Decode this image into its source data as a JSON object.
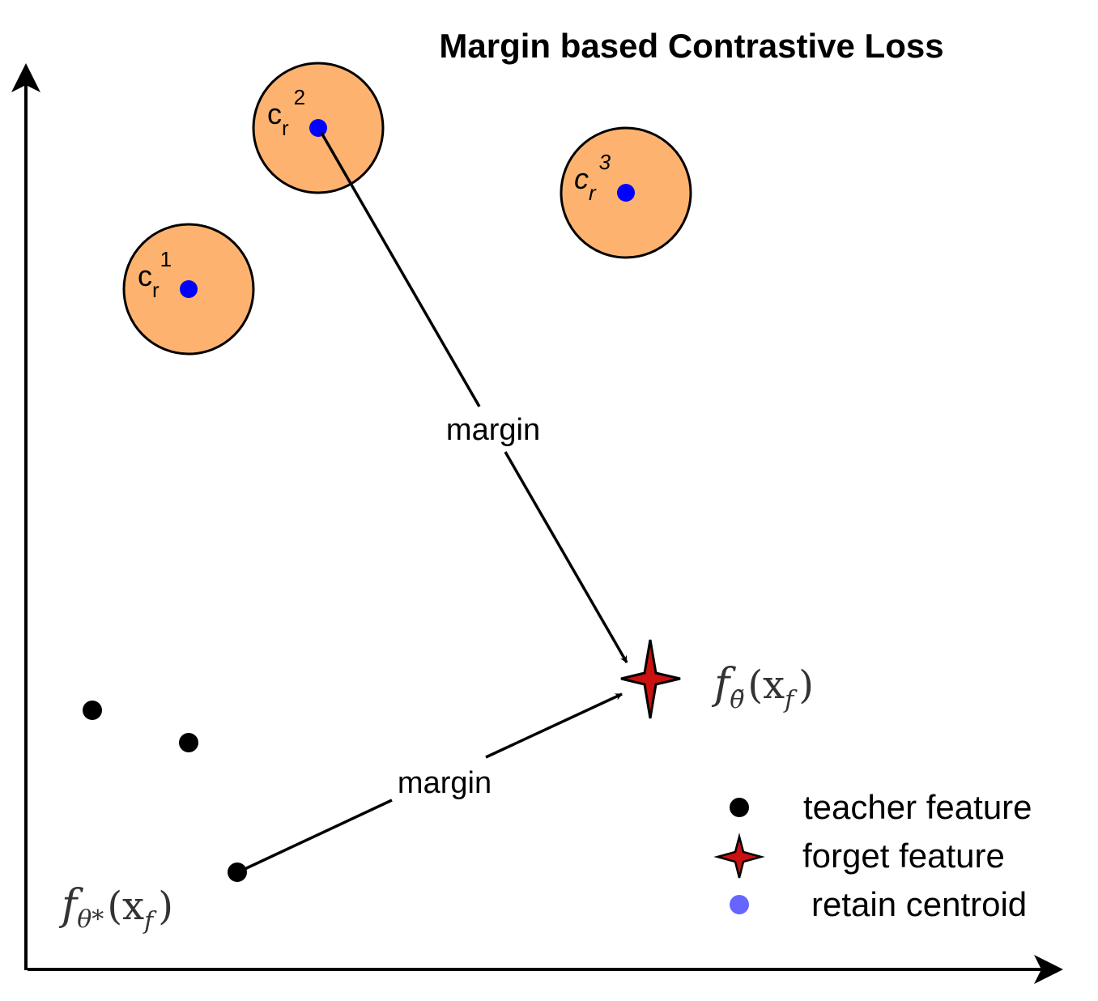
{
  "title": "Margin based Contrastive Loss",
  "colors": {
    "cluster_fill": "#FDB36F",
    "centroid": "#0000FF",
    "legend_centroid": "#6666FF",
    "forget_fill": "#CC1111",
    "ink": "#000000"
  },
  "clusters": [
    {
      "base": "c",
      "sub": "r",
      "sup": "1"
    },
    {
      "base": "c",
      "sub": "r",
      "sup": "2"
    },
    {
      "base": "c",
      "sub": "r",
      "sup": "3"
    }
  ],
  "arrows": {
    "centroid_margin_label": "margin",
    "teacher_margin_label": "margin"
  },
  "math": {
    "forget_feature": {
      "f": "f",
      "sub": "θ̃",
      "arg": "(x",
      "arg_sub": "f",
      "close": ")"
    },
    "teacher_feature": {
      "f": "f",
      "sub": "θ*",
      "arg": "(x",
      "arg_sub": "f",
      "close": ")"
    }
  },
  "legend": {
    "items": [
      {
        "icon": "black-dot-icon",
        "label": "teacher feature"
      },
      {
        "icon": "red-star-icon",
        "label": "forget feature"
      },
      {
        "icon": "blue-dot-icon",
        "label": "retain centroid"
      }
    ]
  }
}
